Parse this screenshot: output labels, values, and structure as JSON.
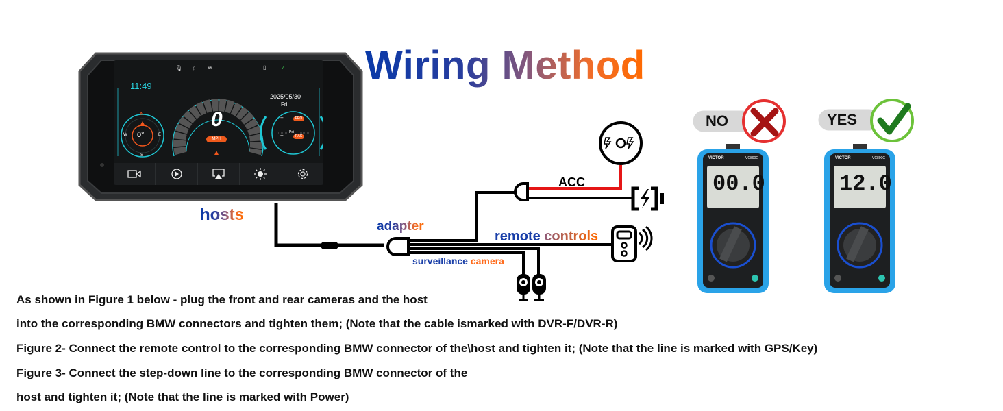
{
  "title": {
    "text": "Wiring Method"
  },
  "device": {
    "name": "hosts",
    "status_icons": [
      "microphone-icon",
      "bluetooth-icon",
      "wifi-icon",
      "sd-card-icon",
      "gps-icon"
    ],
    "clock": "11:49",
    "date": "2025/05/30",
    "day": "Fri",
    "compass": {
      "heading": "0°",
      "n": "N",
      "s": "S",
      "e": "E",
      "w": "W"
    },
    "speed": "0",
    "speed_unit": "MPH",
    "tire": {
      "front_value": "--",
      "front_label": "FRO",
      "rear_value": "--",
      "rear_label": "RAC",
      "unit": "Psi"
    },
    "bottom_buttons": [
      {
        "icon": "camera-icon",
        "name": "dashcam"
      },
      {
        "icon": "play-icon",
        "name": "playback"
      },
      {
        "icon": "screen-cast-icon",
        "name": "screen-mirror"
      },
      {
        "icon": "brightness-icon",
        "name": "brightness"
      },
      {
        "icon": "gear-icon",
        "name": "settings"
      }
    ]
  },
  "diagram": {
    "hosts_label": "hosts",
    "adapter_label": "adapter",
    "acc_label": "ACC",
    "remote_label_1": "remote",
    "remote_label_2": "controls",
    "camera_label_1": "surveillance",
    "camera_label_2": "camera",
    "colors": {
      "acc_wire": "#e51616",
      "wire": "#000000",
      "brand_blue": "#0a3aa8",
      "brand_orange": "#ff6a00"
    }
  },
  "comparison": {
    "no": {
      "label": "NO",
      "reading": "00.0",
      "brand": "VICTOR",
      "model": "VC890G"
    },
    "yes": {
      "label": "YES",
      "reading": "12.0",
      "brand": "VICTOR",
      "model": "VC890G"
    }
  },
  "instructions": [
    "As shown in Figure 1 below - plug the front and rear cameras and the host",
    "into the corresponding BMW connectors and tighten them; (Note that the cable ismarked with DVR-F/DVR-R)",
    "Figure 2- Connect the remote control to the corresponding BMW connector of the\\host and tighten it; (Note that the line is marked with GPS/Key)",
    "Figure 3- Connect the step-down line to the corresponding BMW connector of the",
    "host and tighten it; (Note that the line is marked with Power)"
  ]
}
